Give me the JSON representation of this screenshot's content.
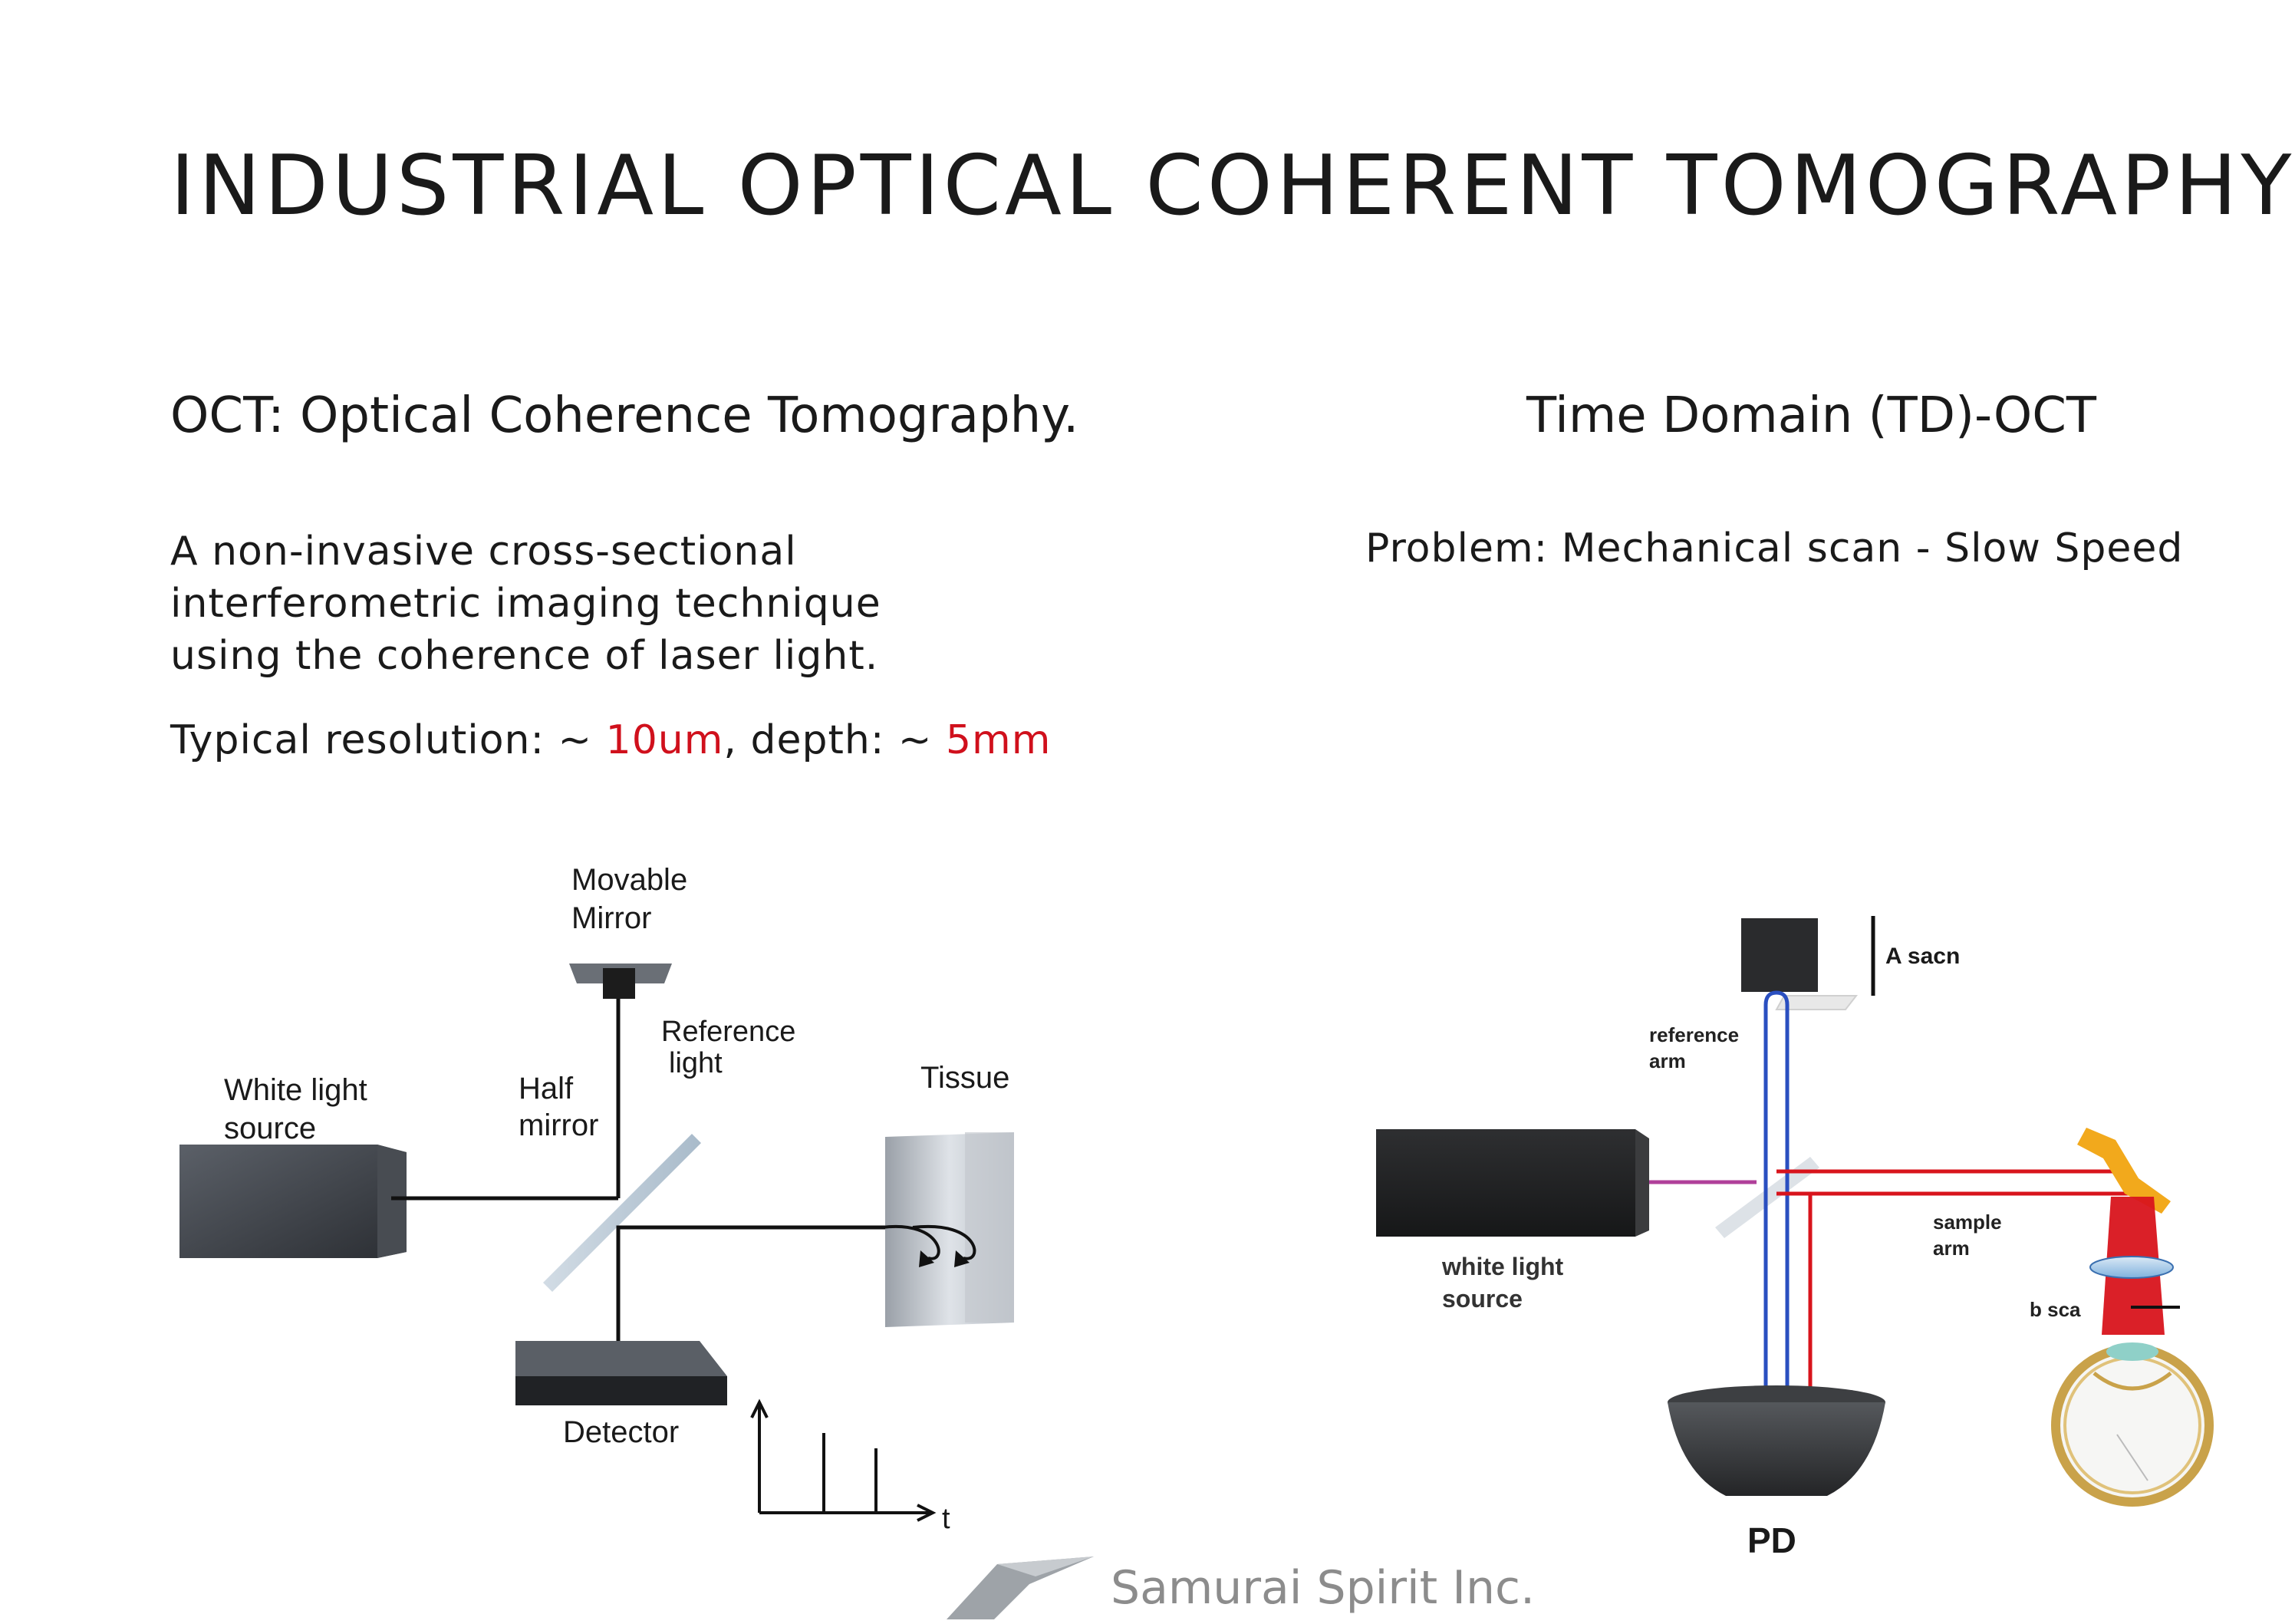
{
  "title": "INDUSTRIAL OPTICAL COHERENT TOMOGRAPHY",
  "left": {
    "heading": "OCT:  Optical Coherence Tomography.",
    "description_lines": [
      "A non-invasive cross-sectional",
      "interferometric imaging technique",
      "using the coherence of laser light."
    ],
    "resolution": {
      "prefix": "Typical resolution: ~ ",
      "resolution_value": "10um",
      "middle": ", depth: ~ ",
      "depth_value": "5mm"
    },
    "diagram": {
      "movable_mirror_1": "Movable",
      "movable_mirror_2": "Mirror",
      "reference_1": "Reference",
      "reference_2": "light",
      "white_light_1": "White light",
      "white_light_2": "source",
      "half_mirror_1": "Half",
      "half_mirror_2": "mirror",
      "tissue": "Tissue",
      "detector": "Detector",
      "time_axis": "t"
    }
  },
  "right": {
    "heading": "Time Domain (TD)-OCT",
    "problem": "Problem: Mechanical scan - Slow Speed",
    "diagram": {
      "a_scan": "A sacn",
      "reference_arm_1": "reference",
      "reference_arm_2": "arm",
      "sample_arm_1": "sample",
      "sample_arm_2": "arm",
      "white_light_1": "white light",
      "white_light_2": "source",
      "b_scan": "b sca",
      "pd": "PD"
    }
  },
  "logo": {
    "text": "Samurai Spirit Inc.",
    "color": "#8c8c8c"
  },
  "colors": {
    "highlight": "#d0101c",
    "reference_beam": "#2a4fc0",
    "sample_beam": "#d8141c",
    "source_beam": "#b0409a"
  }
}
